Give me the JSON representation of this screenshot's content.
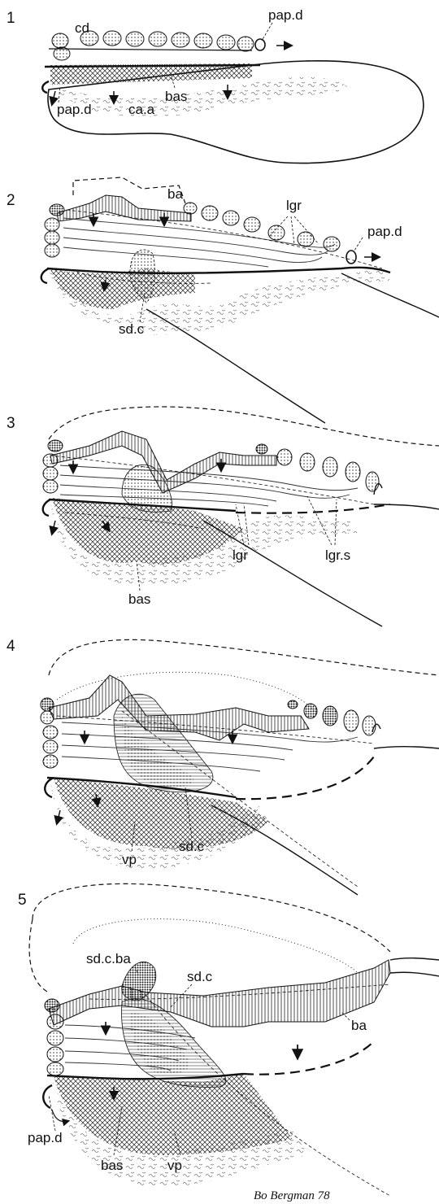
{
  "panels": [
    {
      "number": "1",
      "labels": {
        "cd": "cd",
        "pap_d_top": "pap.d",
        "pap_d_left": "pap.d",
        "ca_a": "ca.a",
        "bas": "bas"
      }
    },
    {
      "number": "2",
      "labels": {
        "ba": "ba",
        "lgr": "lgr",
        "pap_d": "pap.d",
        "sd_c": "sd.c"
      }
    },
    {
      "number": "3",
      "labels": {
        "lgr": "lgr",
        "lgr_s": "lgr.s",
        "bas": "bas"
      }
    },
    {
      "number": "4",
      "labels": {
        "vp": "vp",
        "sd_c": "sd.c"
      }
    },
    {
      "number": "5",
      "labels": {
        "sd_c_ba": "sd.c.ba",
        "sd_c": "sd.c",
        "ba": "ba",
        "pap_d": "pap.d",
        "bas": "bas",
        "vp": "vp"
      }
    }
  ],
  "signature": "Bo Bergman 78"
}
